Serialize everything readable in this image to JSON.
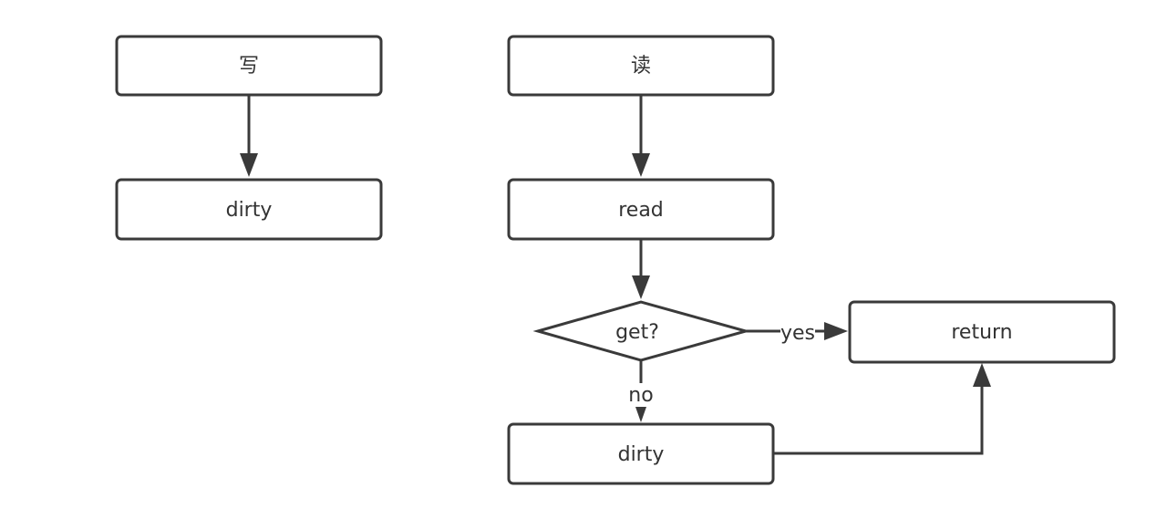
{
  "diagram": {
    "nodes": {
      "write": {
        "label": "写"
      },
      "write_dirty": {
        "label": "dirty"
      },
      "read_start": {
        "label": "读"
      },
      "read": {
        "label": "read"
      },
      "get": {
        "label": "get?"
      },
      "return": {
        "label": "return"
      },
      "read_dirty": {
        "label": "dirty"
      }
    },
    "edges": {
      "yes": {
        "label": "yes"
      },
      "no": {
        "label": "no"
      }
    }
  },
  "colors": {
    "stroke": "#3a3a3a",
    "text": "#333333",
    "background": "#ffffff"
  }
}
